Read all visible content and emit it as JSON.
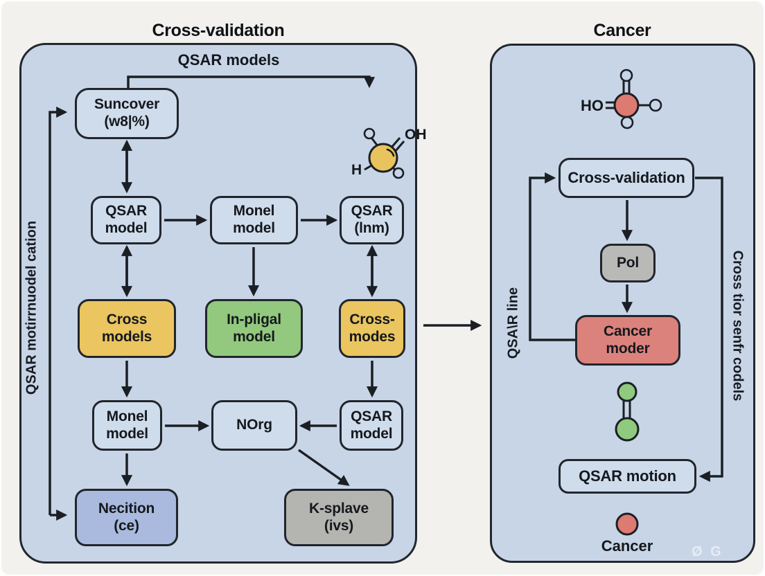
{
  "colors": {
    "page_background": "#f2f1ee",
    "panel_fill": "#c7d5e7",
    "box_fill": "#cfdcec",
    "yellow_box": "#eac560",
    "green_box": "#92c97e",
    "blue_box": "#a9bade",
    "gray_box": "#b4b5b1",
    "red_box": "#dc827d",
    "red_atom": "#dd7a72",
    "green_atom": "#90ca7e",
    "yellow_atom": "#e9c35e",
    "ink": "#1b1f24"
  },
  "left": {
    "title": "Cross-validation",
    "top_label": "QSAR models",
    "side_label": "QSAR motirrnuodel cation",
    "boxes": {
      "suncover": {
        "line1": "Suncover",
        "line2": "(w8|%)"
      },
      "qsar1": {
        "line1": "QSAR",
        "line2": "model"
      },
      "monel1": {
        "line1": "Monel",
        "line2": "model"
      },
      "qsar_lnm": {
        "line1": "QSAR",
        "line2": "(lnm)"
      },
      "cross_models": {
        "line1": "Cross",
        "line2": "models"
      },
      "in_pligal": {
        "line1": "In-pligal",
        "line2": "model"
      },
      "cross_modes": {
        "line1": "Cross-",
        "line2": "modes"
      },
      "monel2": {
        "line1": "Monel",
        "line2": "model"
      },
      "norg": {
        "line1": "NOrg"
      },
      "qsar2": {
        "line1": "QSAR",
        "line2": "model"
      },
      "necition": {
        "line1": "Necition",
        "line2": "(ce)"
      },
      "k_splave": {
        "line1": "K-splave",
        "line2": "(ivs)"
      }
    },
    "molecule": {
      "oh": "OH",
      "h": "H"
    }
  },
  "right": {
    "title": "Cancer",
    "side_label_inner": "QSA\\R line",
    "side_label_outer": "Cross tior senfr codels",
    "boxes": {
      "cross_validation": {
        "label": "Cross-validation"
      },
      "pol": {
        "label": "Pol"
      },
      "cancer_moder": {
        "line1": "Cancer",
        "line2": "moder"
      },
      "qsar_motion": {
        "label": "QSAR motion"
      }
    },
    "molecule": {
      "ho": "HO"
    },
    "caption": "Cancer"
  },
  "watermark": "Ø G"
}
